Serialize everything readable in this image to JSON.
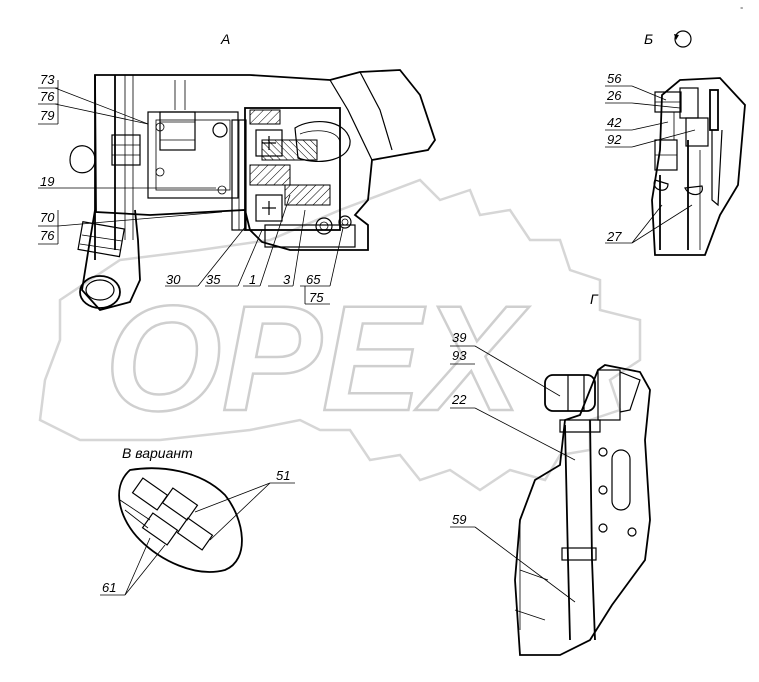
{
  "watermark": {
    "text": "OPEX"
  },
  "views": {
    "a": "А",
    "b": "Б",
    "g": "Г",
    "v": "В вариант"
  },
  "callouts_a": {
    "c73": "73",
    "c76a": "76",
    "c79": "79",
    "c19": "19",
    "c70": "70",
    "c76b": "76",
    "c30": "30",
    "c35": "35",
    "c1": "1",
    "c3": "3",
    "c65": "65",
    "c75": "75"
  },
  "callouts_b": {
    "c56": "56",
    "c26": "26",
    "c42": "42",
    "c92": "92",
    "c27": "27"
  },
  "callouts_g": {
    "c39": "39",
    "c93": "93",
    "c22": "22",
    "c59": "59"
  },
  "callouts_v": {
    "c51": "51",
    "c61": "61"
  },
  "corner_mark": "ᐣ"
}
